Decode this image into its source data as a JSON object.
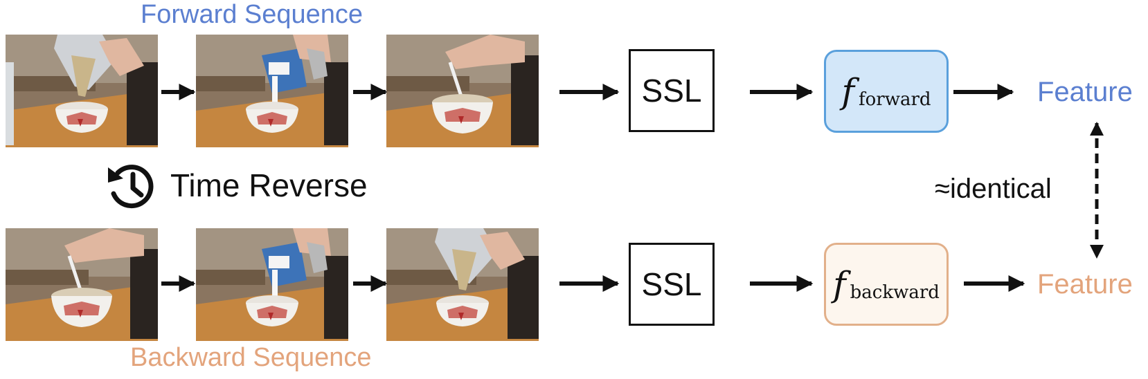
{
  "forward_sequence": {
    "title": "Forward Sequence",
    "title_color": "#5b7fd0",
    "frames": [
      "pour-cereal",
      "pour-milk",
      "stir-spoon"
    ]
  },
  "backward_sequence": {
    "title": "Backward Sequence",
    "title_color": "#e3a47c",
    "frames": [
      "stir-spoon",
      "pour-milk",
      "pour-cereal"
    ]
  },
  "time_reverse": {
    "label": "Time Reverse",
    "icon": "history-icon"
  },
  "ssl_label": "SSL",
  "encoders": {
    "forward": {
      "symbol": "f",
      "subscript": "forward",
      "fill": "#d3e7f9",
      "border": "#5aa0dc"
    },
    "backward": {
      "symbol": "f",
      "subscript": "backward",
      "fill": "#fdf6ee",
      "border": "#e2b08a"
    }
  },
  "features": {
    "forward_label": "Feature",
    "backward_label": "Feature"
  },
  "comparison_label": "≈identical"
}
